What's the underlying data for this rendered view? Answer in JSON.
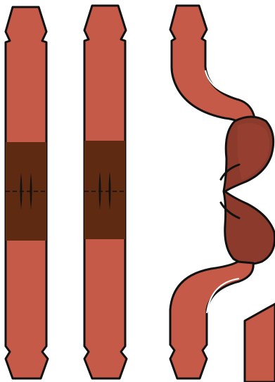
{
  "colors": {
    "vessel": "#C45A47",
    "vessel_dark": "#8B3A2C",
    "clamp_band": "#5E2A12",
    "outline": "#111111",
    "background": "#FFFFFF"
  },
  "vessels": [
    {
      "id": "vessel-1",
      "state": "straight",
      "has_band": true
    },
    {
      "id": "vessel-2",
      "state": "straight",
      "has_band": true
    },
    {
      "id": "vessel-3",
      "state": "bulging",
      "has_band": false
    },
    {
      "id": "vessel-4",
      "state": "partial",
      "has_band": false
    }
  ]
}
